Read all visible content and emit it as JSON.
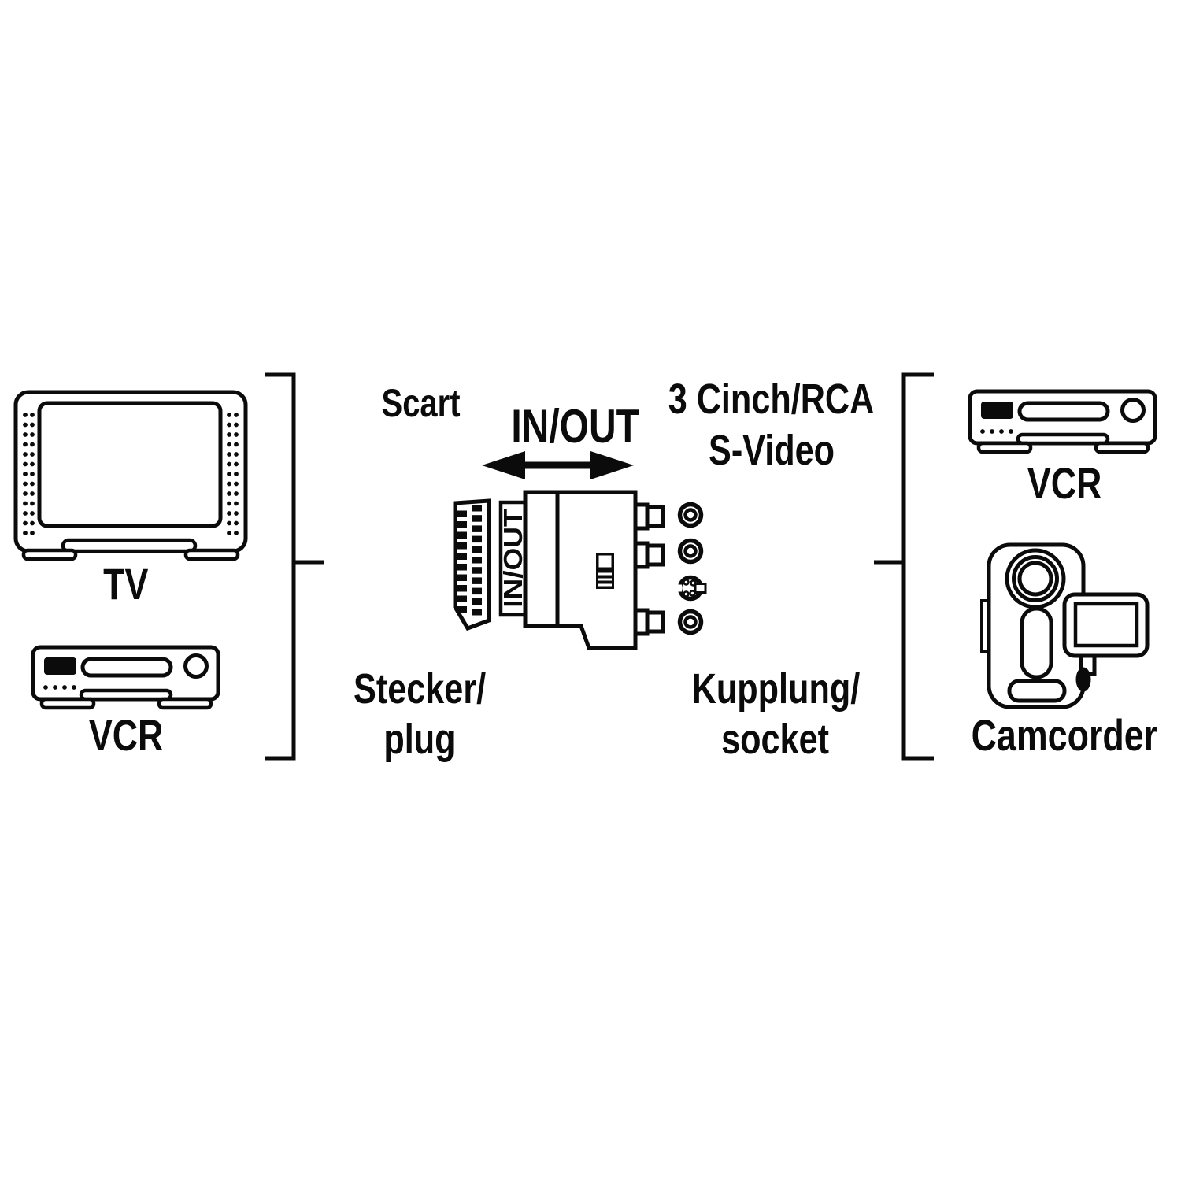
{
  "colors": {
    "ink": "#0b0b0b",
    "background": "#ffffff"
  },
  "labels": {
    "scart": "Scart",
    "inout": "IN/OUT",
    "adapter_inout": "IN/OUT",
    "cinch_line1": "3 Cinch/RCA",
    "cinch_line2": "S-Video",
    "plug_line1": "Stecker/",
    "plug_line2": "plug",
    "socket_line1": "Kupplung/",
    "socket_line2": "socket",
    "tv": "TV",
    "vcr_left": "VCR",
    "vcr_right": "VCR",
    "camcorder": "Camcorder"
  },
  "icons": [
    "tv-icon",
    "vcr-icon",
    "camcorder-icon",
    "scart-plug-icon",
    "adapter-body-icon",
    "inout-switch-icon",
    "rca-socket-icon",
    "svideo-socket-icon",
    "inout-arrow-icon",
    "bracket-left",
    "bracket-right"
  ]
}
